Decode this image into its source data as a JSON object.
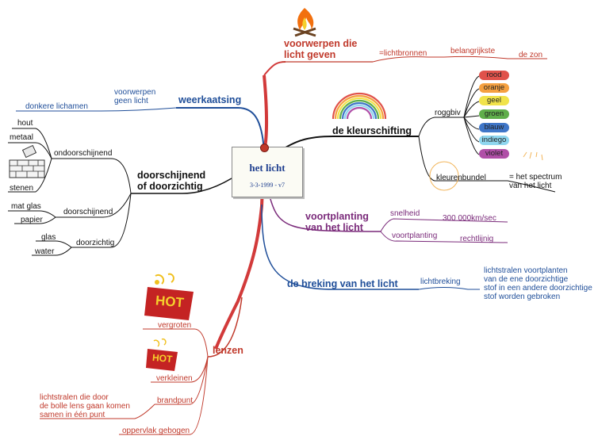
{
  "center": {
    "title": "het licht",
    "date": "3-3-1999 - v7"
  },
  "branches": {
    "voorwerpen": {
      "title": "voorwerpen die\nlicht geven",
      "lichtbronnen": "=lichtbronnen",
      "belangrijkste": "belangrijkste",
      "de_zon": "de zon"
    },
    "kleurschifting": {
      "title": "de kleurschifting",
      "roggbiv": "roggbiv",
      "colors": [
        {
          "label": "rood",
          "color": "#e0524a"
        },
        {
          "label": "oranje",
          "color": "#f5a040"
        },
        {
          "label": "geel",
          "color": "#f1e34a"
        },
        {
          "label": "groen",
          "color": "#5fae4a"
        },
        {
          "label": "blauw",
          "color": "#3f76c8"
        },
        {
          "label": "indiego",
          "color": "#8fd6ef"
        },
        {
          "label": "violet",
          "color": "#b04fa7"
        }
      ],
      "kleurenbundel": "kleurenbundel",
      "spectrum": "= het spectrum\nvan het licht"
    },
    "voortplanting": {
      "title": "voortplanting\nvan het licht",
      "snelheid": "snelheid",
      "speed": "300 000km/sec",
      "voortplanting": "voortplanting",
      "rechtlijnig": "rechtlijnig"
    },
    "breking": {
      "title": "de breking van het licht",
      "lichtbreking": "lichtbreking",
      "desc": "lichtstralen voortplanten\nvan de ene doorzichtige\nstof in een andere doorzichtige\nstof worden gebroken"
    },
    "lenzen": {
      "title": "lenzen",
      "vergroten": "vergroten",
      "verkleinen": "verkleinen",
      "brandpunt": "brandpunt",
      "brandpunt_desc": "lichtstralen die door\nde bolle lens gaan komen\nsamen in één punt",
      "oppervlak": "oppervlak gebogen",
      "hot": "HOT"
    },
    "doorschijnend": {
      "title": "doorschijnend\nof doorzichtig",
      "ondoorschijnend": "ondoorschijnend",
      "hout": "hout",
      "metaal": "metaal",
      "stenen": "stenen",
      "doorschijnend": "doorschijnend",
      "mat_glas": "mat glas",
      "papier": "papier",
      "doorzichtig": "doorzichtig",
      "glas": "glas",
      "water": "water"
    },
    "weerkaatsing": {
      "title": "weerkaatsing",
      "voorwerpen": "voorwerpen\ngeen licht",
      "donkere": "donkere lichamen"
    }
  },
  "colors": {
    "red": "#c0392b",
    "blue": "#1f4e99",
    "purple": "#7a2a7a",
    "dark": "#111111"
  }
}
